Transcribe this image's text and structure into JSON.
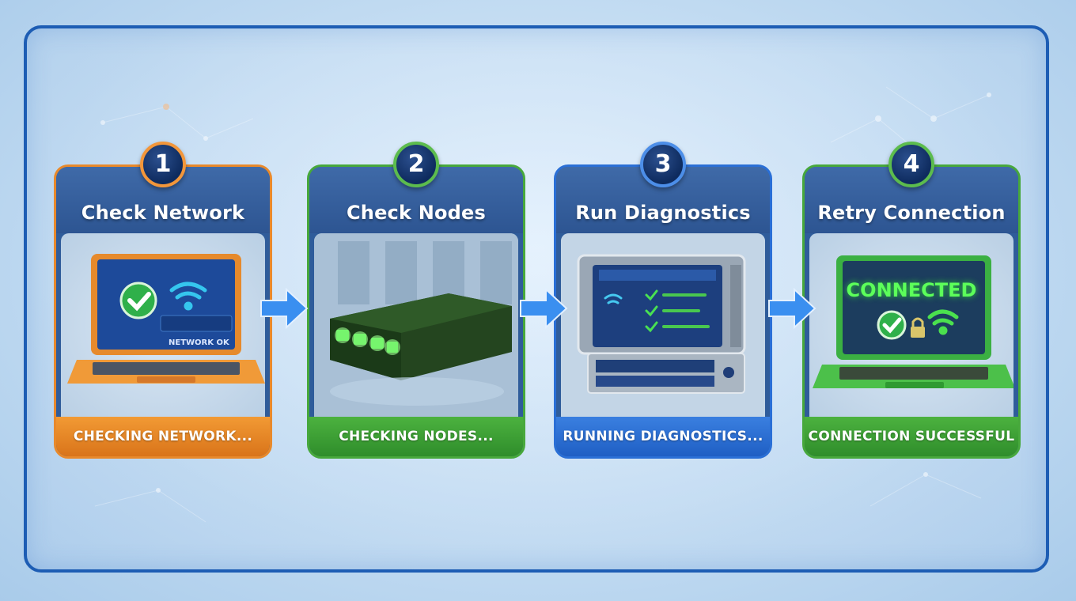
{
  "steps": [
    {
      "number": "1",
      "title": "Check Network",
      "status": "CHECKING NETWORK...",
      "screen_text": "NETWORK OK",
      "accent": "#e8892b"
    },
    {
      "number": "2",
      "title": "Check Nodes",
      "status": "CHECKING NODES...",
      "accent": "#47a83c"
    },
    {
      "number": "3",
      "title": "Run Diagnostics",
      "status": "RUNNING DIAGNOSTICS...",
      "accent": "#2a6fd6"
    },
    {
      "number": "4",
      "title": "Retry Connection",
      "status": "CONNECTION SUCCESSFUL",
      "screen_text": "CONNECTED",
      "accent": "#47a83c"
    }
  ],
  "icons": {
    "step1": [
      "laptop-icon",
      "check-icon",
      "wifi-icon"
    ],
    "step2": [
      "network-switch-icon"
    ],
    "step3": [
      "server-icon",
      "wifi-icon",
      "check-icon"
    ],
    "step4": [
      "laptop-icon",
      "check-icon",
      "lock-icon",
      "wifi-icon"
    ],
    "connectors": "arrow-right-icon"
  },
  "colors": {
    "frame": "#1d5db4",
    "arrow": "#3a8ff0"
  }
}
